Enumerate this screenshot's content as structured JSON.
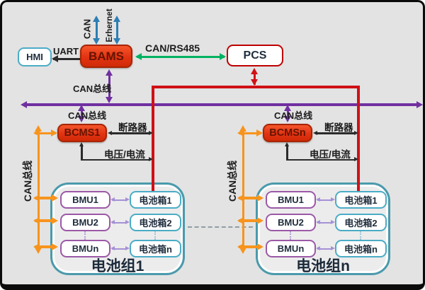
{
  "diagram": {
    "hmi": {
      "label": "HMI"
    },
    "bams": {
      "label": "BAMS"
    },
    "pcs": {
      "label": "PCS"
    },
    "bcms_left": {
      "label": "BCMS1"
    },
    "bcms_right": {
      "label": "BCMSn"
    },
    "links": {
      "uart": "UART",
      "can_top": "CAN",
      "ethernet": "Erhernet",
      "can_rs485": "CAN/RS485",
      "bams_can_bus": "CAN总线",
      "left_can_bus": "CAN总线",
      "right_can_bus": "CAN总线",
      "left_trunk": "CAN总线",
      "right_trunk": "CAN总线",
      "left_breaker": "断路器",
      "right_breaker": "断路器",
      "left_voltage_current": "电压/电流",
      "right_voltage_current": "电压/电流"
    },
    "groups": [
      {
        "title": "电池组1",
        "bmus": [
          "BMU1",
          "BMU2",
          "BMUn"
        ],
        "packs": [
          "电池箱1",
          "电池箱2",
          "电池箱n"
        ]
      },
      {
        "title": "电池组n",
        "bmus": [
          "BMU1",
          "BMU2",
          "BMUn"
        ],
        "packs": [
          "电池箱1",
          "电池箱2",
          "电池箱n"
        ]
      }
    ],
    "colors": {
      "bus_purple": "#7030a0",
      "power_red": "#cf1116",
      "can_orange": "#f7941d",
      "ethernet_blue": "#2d7eb3",
      "rs485_green": "#00b261",
      "module_fill": "#e23312",
      "teal_border": "#4bacc6"
    }
  }
}
